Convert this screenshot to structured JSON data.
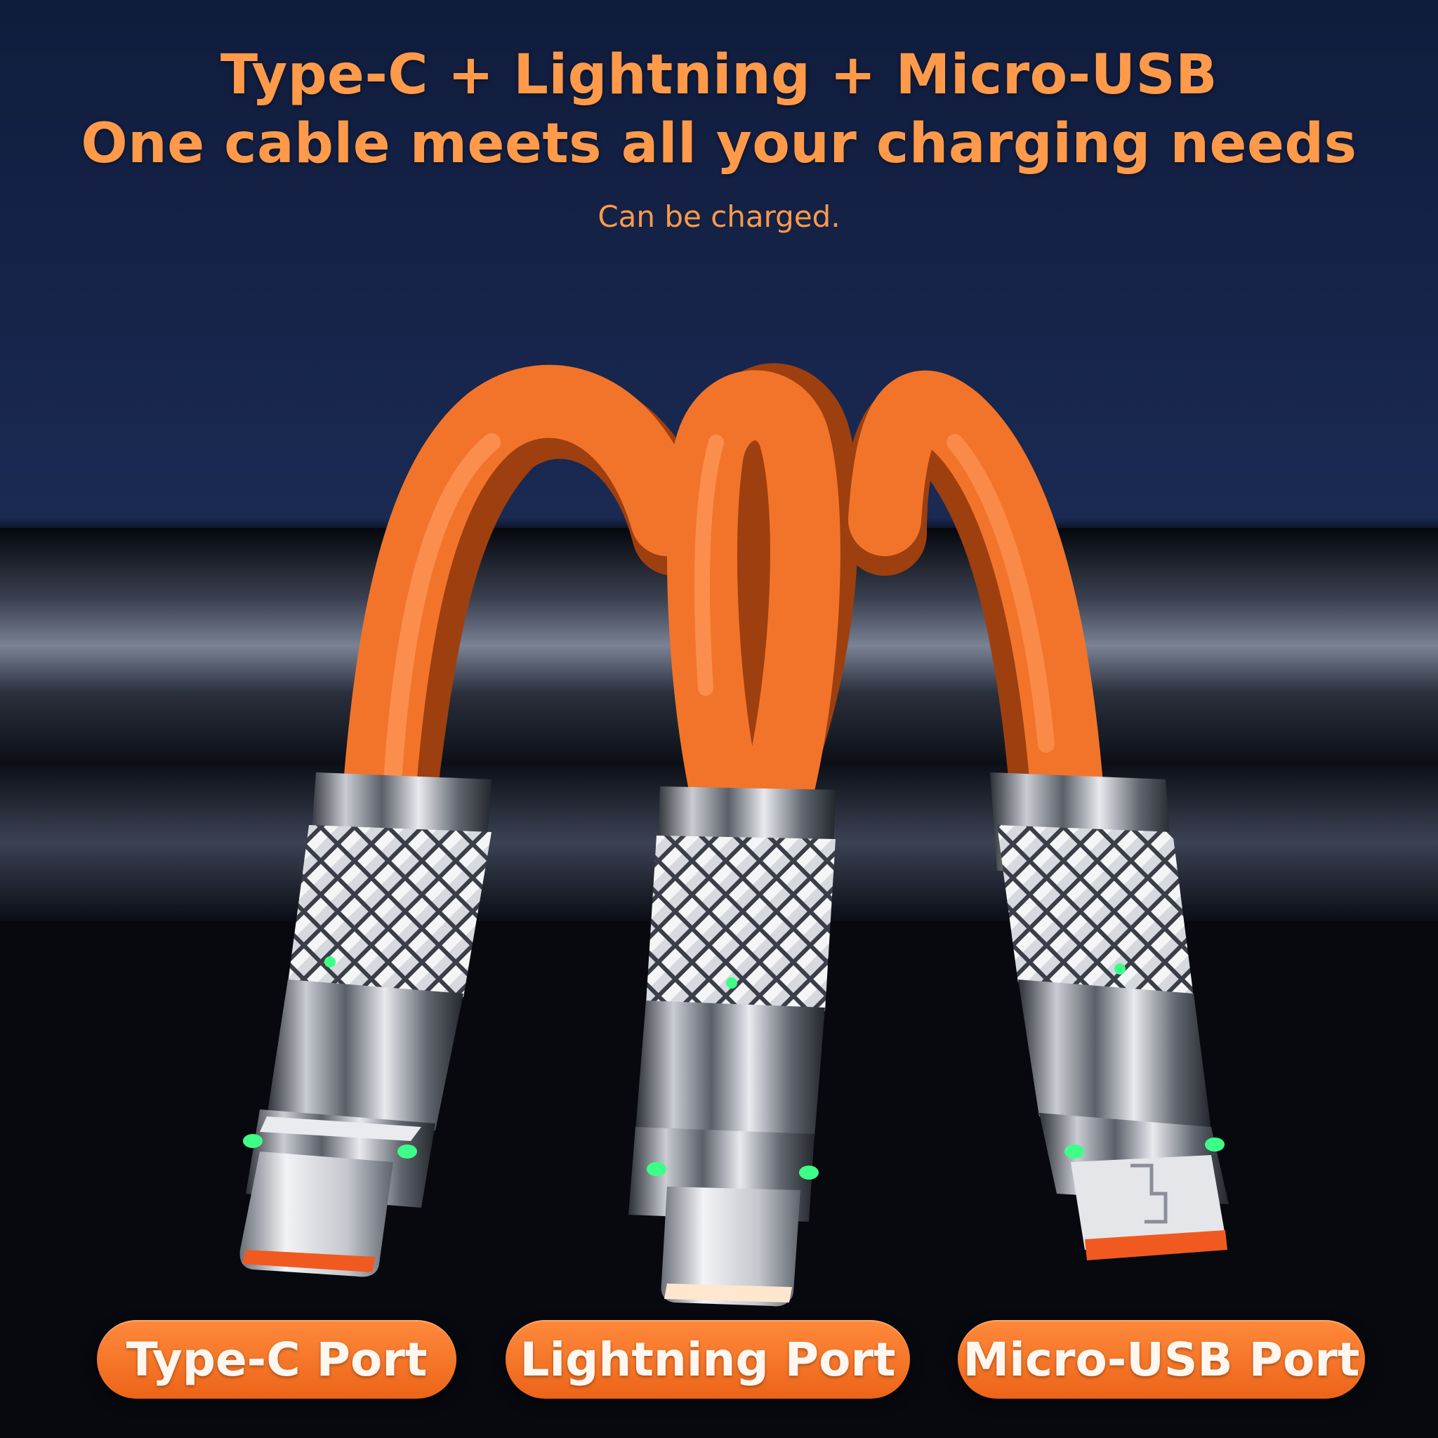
{
  "headline": {
    "line1": "Type-C + Lightning + Micro-USB",
    "line2": "One cable meets all your charging needs",
    "subtitle": "Can be charged."
  },
  "ports": [
    {
      "label": "Type-C Port",
      "icon": "type-c-connector"
    },
    {
      "label": "Lightning Port",
      "icon": "lightning-connector"
    },
    {
      "label": "Micro-USB Port",
      "icon": "micro-usb-connector"
    }
  ],
  "colors": {
    "accent": "#ff9a4a",
    "cable": "#f2742a",
    "led": "#3dff88",
    "background": "#101c3c"
  }
}
